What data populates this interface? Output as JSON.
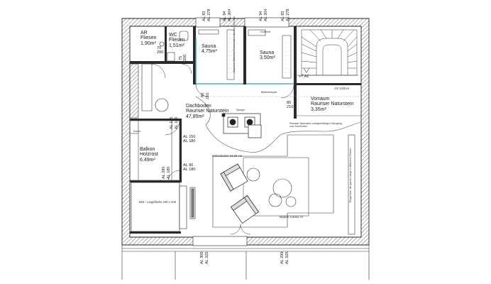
{
  "plan": {
    "rooms": {
      "ar": {
        "name": "AR",
        "finish": "Fliesen",
        "area": "1,90m²"
      },
      "wc": {
        "name": "WC",
        "finish": "Fliesen",
        "area": "1,51m²"
      },
      "sauna_left": {
        "name": "Sauna",
        "area": "4,75m²"
      },
      "sauna_right": {
        "name": "Sauna",
        "area": "3,50m²"
      },
      "dachboden": {
        "name": "Dachboden",
        "finish": "Rauriser Naturstein",
        "area": "47,85m²"
      },
      "vorraum": {
        "name": "Vorraum",
        "finish": "Rauriser Naturstein",
        "area": "3,35m²"
      },
      "balkon": {
        "name": "Balkon",
        "finish": "Holzrost",
        "area": "6,49m²"
      }
    },
    "door_dims": {
      "ar": {
        "w": "70",
        "h": "200"
      },
      "wc": {
        "w": "75",
        "h": "200"
      },
      "dachboden": {
        "w": "80",
        "h": "210"
      },
      "vorraum": {
        "w": "80",
        "h": "210"
      }
    },
    "window_labels_top": [
      {
        "a": "AL 83",
        "b": "AL 278"
      },
      {
        "a": "AL 94",
        "b": "AL 204"
      },
      {
        "a": "AL 94",
        "b": "AL 204"
      },
      {
        "a": "AL 83",
        "b": "AL 278"
      }
    ],
    "window_labels_bottom": [
      {
        "a": "AL 306",
        "b": "AL 325"
      },
      {
        "a": "AL 299",
        "b": "AL 325"
      }
    ],
    "window_labels_left": [
      {
        "a": "AL 125",
        "b": "AL 180"
      },
      {
        "a": "AL 280",
        "b": "AL 180"
      }
    ],
    "side_labels": {
      "al150": "AL 150",
      "al180a": "AL 180",
      "al90": "AL 90",
      "al180b": "AL 180"
    },
    "stair": {
      "level": "+7,42",
      "height_note": "AS 100cm"
    },
    "notes": {
      "gussbrett": "Gußbrett",
      "sauna_note": "Sauna in Milchmix Fliesen bis in die Dachschräge",
      "bankbeispiel": "Bänkebeispiel",
      "dielenboden": "Dielenboden 33,86 m2",
      "teppich": "Teppich 2,60x2,70",
      "bett": "Bett - Liegefläche 180 x 200",
      "uebergang": "Rauriser Naturstein unregelmäßiger Übergang zum Holzboden",
      "kamin": "Kamin",
      "spiegel": "Spiegel",
      "regal": "Regal über die ganze Länge in Milchmix Fliesen"
    }
  }
}
